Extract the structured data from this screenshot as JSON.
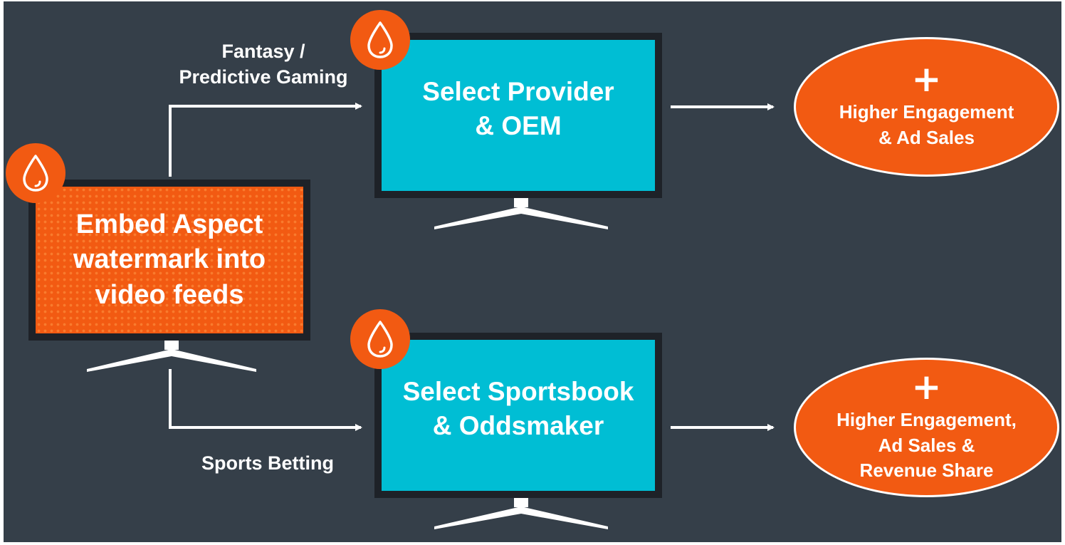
{
  "colors": {
    "background": "#353f49",
    "accent_orange": "#f25a12",
    "screen_cyan": "#00bed4",
    "monitor_frame": "#1e2228",
    "text": "#ffffff"
  },
  "source": {
    "text": "Embed Aspect\nwatermark into\nvideo feeds",
    "icon": "water-drop-icon"
  },
  "branches": [
    {
      "route_label": "Fantasy /\nPredictive Gaming",
      "step_text": "Select Provider\n& OEM",
      "step_icon": "water-drop-icon",
      "outcome_icon": "plus-icon",
      "outcome_text": "Higher Engagement\n& Ad Sales"
    },
    {
      "route_label": "Sports Betting",
      "step_text": "Select Sportsbook\n& Oddsmaker",
      "step_icon": "water-drop-icon",
      "outcome_icon": "plus-icon",
      "outcome_text": "Higher Engagement,\nAd Sales &\nRevenue Share"
    }
  ]
}
